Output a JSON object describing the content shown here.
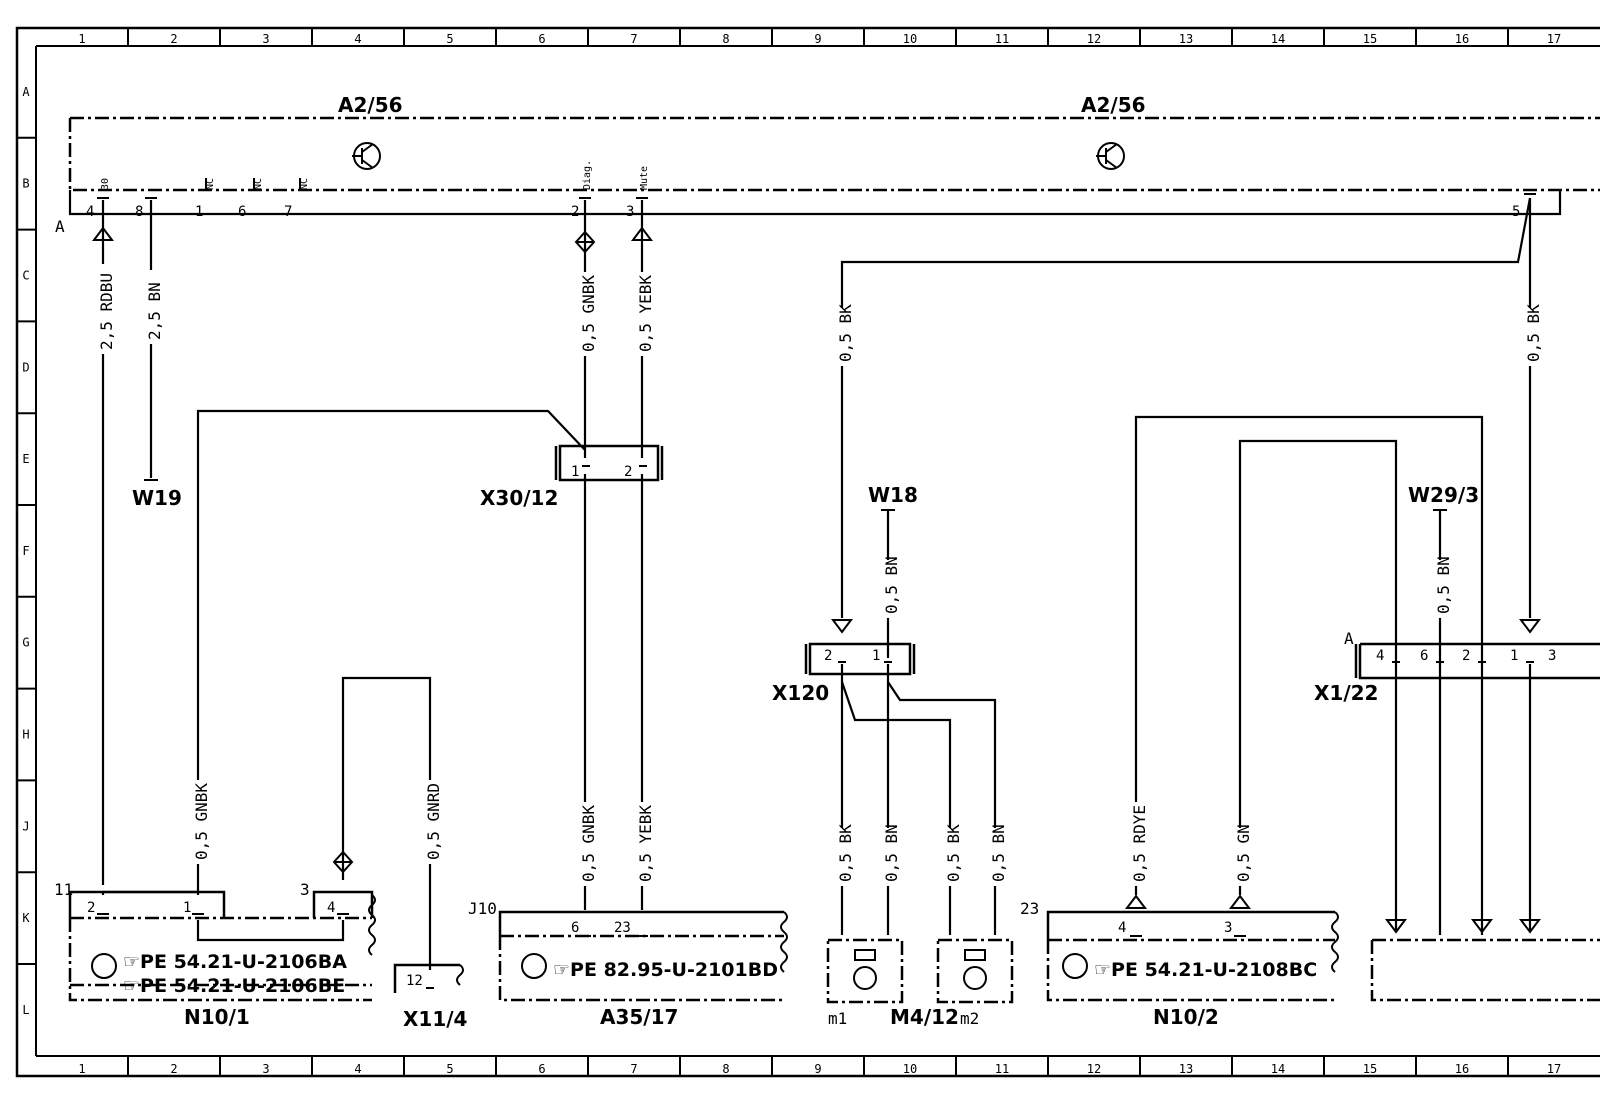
{
  "ruler": {
    "columns": [
      "1",
      "2",
      "3",
      "4",
      "5",
      "6",
      "7",
      "8",
      "9",
      "10",
      "11",
      "12",
      "13",
      "14",
      "15",
      "16",
      "17"
    ],
    "rows": [
      "A",
      "B",
      "C",
      "D",
      "E",
      "F",
      "G",
      "H",
      "J",
      "K",
      "L"
    ]
  },
  "components": {
    "a2_56_left": "A2/56",
    "a2_56_right": "A2/56",
    "main_a": "A",
    "w19": "W19",
    "x30_12": "X30/12",
    "w18": "W18",
    "w29_3": "W29/3",
    "x120": "X120",
    "x1_22": "X1/22",
    "x1_22_a": "A",
    "n10_1": "N10/1",
    "x11_4": "X11/4",
    "a35_17": "A35/17",
    "m1": "m1",
    "m4_12": "M4/12",
    "m2": "m2",
    "n10_2": "N10/2"
  },
  "pins": {
    "a2_4": "4",
    "a2_8": "8",
    "a2_1": "1",
    "a2_6": "6",
    "a2_7": "7",
    "a2_2": "2",
    "a2_3": "3",
    "a2_5": "5",
    "sig_30": "30",
    "sig_nc1": "NC",
    "sig_nc2": "NC",
    "sig_nc3": "NC",
    "sig_diag": "Diag.",
    "sig_mute": "Mute",
    "x30_1": "1",
    "x30_2": "2",
    "x120_2": "2",
    "x120_1": "1",
    "x122_4": "4",
    "x122_6": "6",
    "x122_2": "2",
    "x122_1": "1",
    "x122_3": "3",
    "n101_11": "11",
    "n101_2": "2",
    "n101_1": "1",
    "n101_3": "3",
    "n101_4": "4",
    "x114_12": "12",
    "a35_j10": "J10",
    "a35_6": "6",
    "a35_23": "23",
    "n102_23": "23",
    "n102_4": "4",
    "n102_3": "3"
  },
  "wires": {
    "w1": "2,5 RDBU",
    "w2": "2,5 BN",
    "w3": "0,5 GNBK",
    "w4": "0,5 YEBK",
    "w5": "0,5 BK",
    "w6": "0,5 BK",
    "w7": "0,5 BN",
    "w8": "0,5 BN",
    "w9": "0,5 GNBK",
    "w10": "0,5 GNRD",
    "w11": "0,5 GNBK",
    "w12": "0,5 YEBK",
    "w13": "0,5 BK",
    "w14": "0,5 BN",
    "w15": "0,5 BK",
    "w16": "0,5 BN",
    "w17": "0,5 RDYE",
    "w18": "0,5 GN"
  },
  "references": {
    "n101_a": "PE  54.21-U-2106BA",
    "n101_b": "PE  54.21-U-2106BE",
    "a35": "PE  82.95-U-2101BD",
    "n102": "PE  54.21-U-2108BC"
  }
}
